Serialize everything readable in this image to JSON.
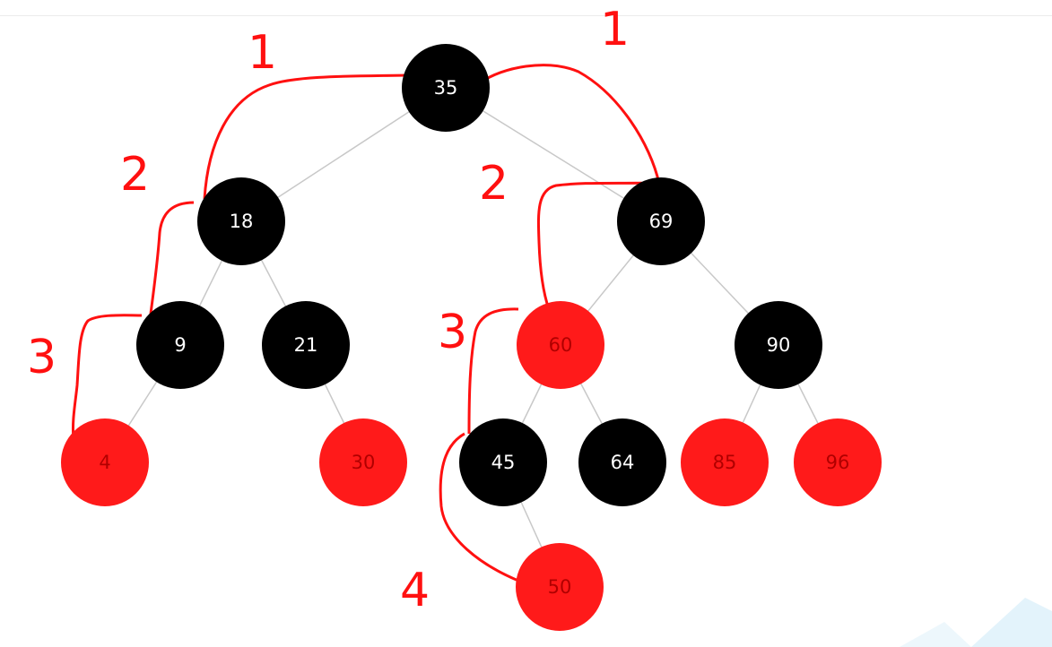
{
  "tree": {
    "nodes": [
      {
        "id": "35",
        "label": "35",
        "color": "black"
      },
      {
        "id": "18",
        "label": "18",
        "color": "black"
      },
      {
        "id": "69",
        "label": "69",
        "color": "black"
      },
      {
        "id": "9",
        "label": "9",
        "color": "black"
      },
      {
        "id": "21",
        "label": "21",
        "color": "black"
      },
      {
        "id": "60",
        "label": "60",
        "color": "red"
      },
      {
        "id": "90",
        "label": "90",
        "color": "black"
      },
      {
        "id": "4",
        "label": "4",
        "color": "red"
      },
      {
        "id": "30",
        "label": "30",
        "color": "red"
      },
      {
        "id": "45",
        "label": "45",
        "color": "black"
      },
      {
        "id": "64",
        "label": "64",
        "color": "black"
      },
      {
        "id": "85",
        "label": "85",
        "color": "red"
      },
      {
        "id": "96",
        "label": "96",
        "color": "red"
      },
      {
        "id": "50",
        "label": "50",
        "color": "red"
      }
    ],
    "edges": [
      [
        "35",
        "18"
      ],
      [
        "35",
        "69"
      ],
      [
        "18",
        "9"
      ],
      [
        "18",
        "21"
      ],
      [
        "69",
        "60"
      ],
      [
        "69",
        "90"
      ],
      [
        "9",
        "4"
      ],
      [
        "21",
        "30"
      ],
      [
        "60",
        "45"
      ],
      [
        "60",
        "64"
      ],
      [
        "90",
        "85"
      ],
      [
        "90",
        "96"
      ],
      [
        "45",
        "50"
      ]
    ]
  },
  "annotations": {
    "depth_marks": [
      {
        "text": "1"
      },
      {
        "text": "1"
      },
      {
        "text": "2"
      },
      {
        "text": "2"
      },
      {
        "text": "3"
      },
      {
        "text": "3"
      },
      {
        "text": "4"
      }
    ]
  },
  "colors": {
    "black_node": "#000000",
    "red_node": "#ff1a1a",
    "edge": "#c8c8c8",
    "annotation": "#ff1010",
    "black_text": "#ffffff",
    "red_text": "#b00000"
  }
}
